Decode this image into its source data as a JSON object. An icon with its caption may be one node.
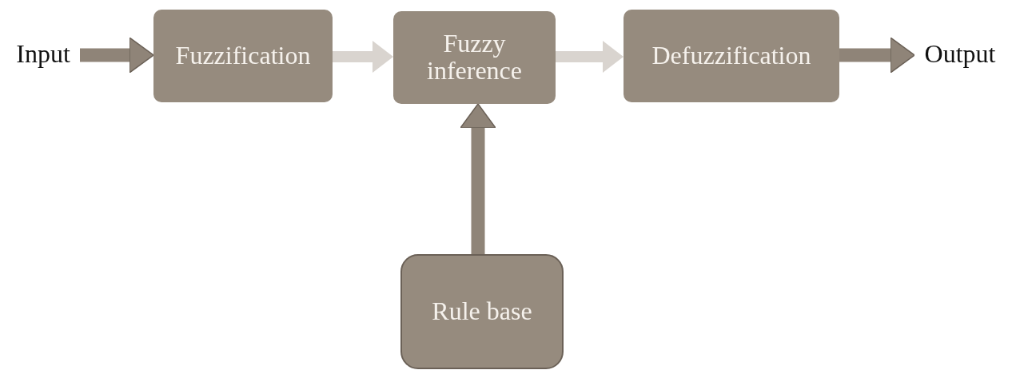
{
  "diagram": {
    "nodes": [
      {
        "text": [
          "Input"
        ]
      },
      {
        "text": [
          "Fuzzification"
        ]
      },
      {
        "text": [
          "Fuzzy inference"
        ]
      },
      {
        "text": [
          "Defuzzification"
        ]
      },
      {
        "text": [
          "Output"
        ]
      },
      {
        "text": [
          "Rule base"
        ]
      }
    ],
    "edges": [
      {
        "from": 0,
        "to": 1,
        "arrow": "to"
      },
      {
        "from": 1,
        "to": 2,
        "arrow": "to",
        "color": "#d9d4cf"
      },
      {
        "from": 2,
        "to": 3,
        "arrow": "to",
        "color": "#d9d4cf"
      },
      {
        "from": 3,
        "to": 4,
        "arrow": "to"
      },
      {
        "from": 5,
        "to": 2,
        "arrow": "to"
      }
    ]
  }
}
